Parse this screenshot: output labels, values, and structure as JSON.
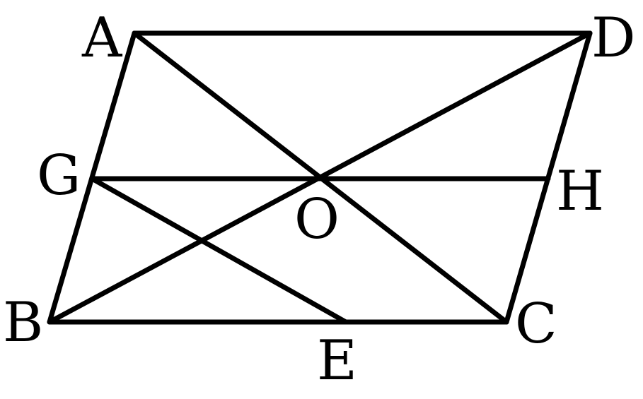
{
  "figure": {
    "kind": "parallelogram-geometry",
    "stroke_color": "#000000",
    "background": "#ffffff",
    "points": {
      "A": "A",
      "B": "B",
      "C": "C",
      "D": "D",
      "E": "E",
      "G": "G",
      "H": "H",
      "O": "O"
    },
    "segments": [
      "AD",
      "BC",
      "AB",
      "DC",
      "AC",
      "BD",
      "GH",
      "GE"
    ]
  }
}
